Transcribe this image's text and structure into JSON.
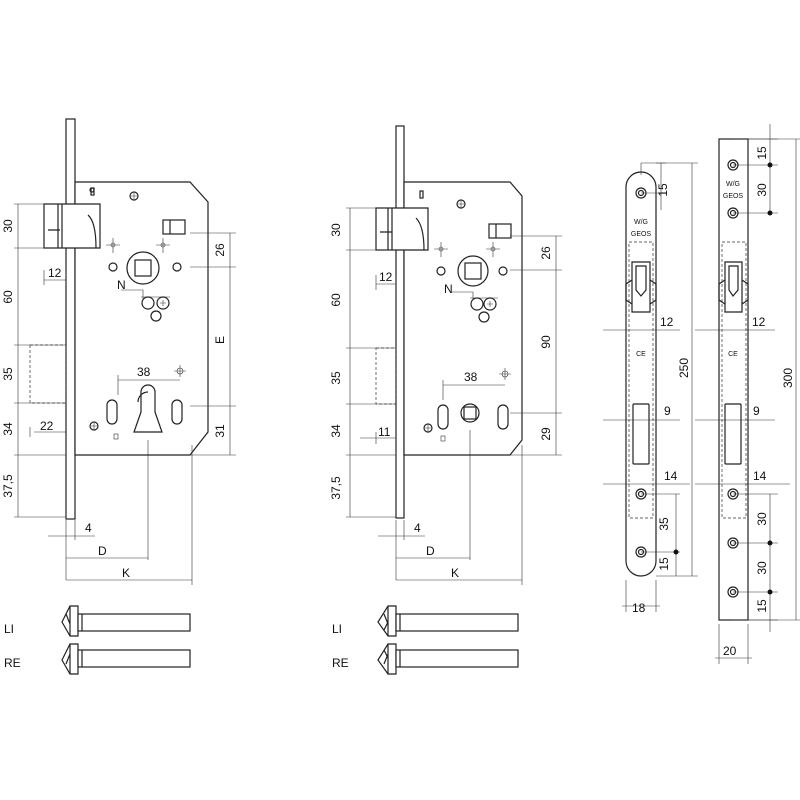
{
  "lock_left": {
    "dims": {
      "d30": "30",
      "d12": "12",
      "d60": "60",
      "d35": "35",
      "d34": "34",
      "d22": "22",
      "d375": "37,5",
      "d4": "4",
      "dD": "D",
      "dK": "K",
      "d26": "26",
      "dN": "N",
      "d38": "38",
      "dE": "E",
      "d31": "31"
    }
  },
  "lock_mid": {
    "dims": {
      "d30": "30",
      "d12": "12",
      "d60": "60",
      "d35": "35",
      "d34": "34",
      "d11": "11",
      "d375": "37,5",
      "d4": "4",
      "dD": "D",
      "dK": "K",
      "d26": "26",
      "dN": "N",
      "d38": "38",
      "d90": "90",
      "d29": "29"
    }
  },
  "strike_left": {
    "brand_top": "W/G",
    "brand_bottom": "GEOS",
    "ce": "CE",
    "dims": {
      "d15a": "15",
      "d12": "12",
      "d250": "250",
      "d9": "9",
      "d14": "14",
      "d35": "35",
      "d15b": "15",
      "d18": "18"
    }
  },
  "strike_right": {
    "brand_top": "W/G",
    "brand_bottom": "GEOS",
    "ce": "CE",
    "dims": {
      "d15a": "15",
      "d30a": "30",
      "d12": "12",
      "d300": "300",
      "d9": "9",
      "d14": "14",
      "d30b": "30",
      "d30c": "30",
      "d15b": "15",
      "d20": "20"
    }
  },
  "bolts": {
    "left_labels": {
      "li": "LI",
      "re": "RE"
    },
    "mid_labels": {
      "li": "LI",
      "re": "RE"
    }
  }
}
